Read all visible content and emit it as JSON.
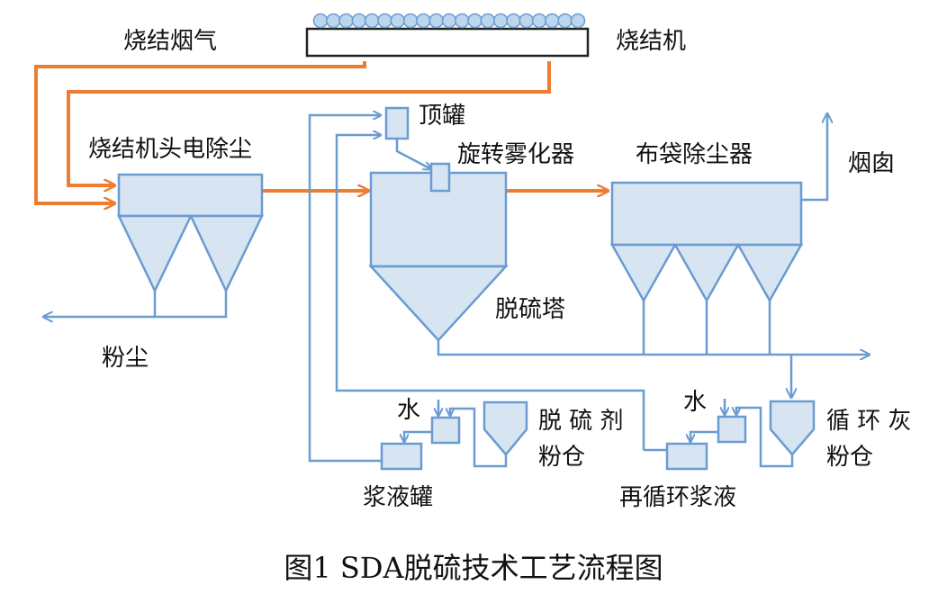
{
  "labels": {
    "sinter_flue_gas": "烧结烟气",
    "sintering_machine": "烧结机",
    "head_esp": "烧结机头电除尘",
    "top_tank": "顶罐",
    "rotary_atomizer": "旋转雾化器",
    "bag_filter": "布袋除尘器",
    "chimney": "烟囱",
    "desulfurization_tower": "脱硫塔",
    "dust": "粉尘",
    "water_1": "水",
    "water_2": "水",
    "sorbent_silo_line1": "脱 硫 剂",
    "sorbent_silo_line2": "粉仓",
    "ash_silo_line1": "循 环 灰",
    "ash_silo_line2": "粉仓",
    "slurry_tank": "浆液罐",
    "recirc_slurry": "再循环浆液"
  },
  "caption": "图1 SDA脱硫技术工艺流程图",
  "colors": {
    "flue_gas_line": "#ee7d31",
    "process_line": "#6a9bd1",
    "equipment_fill": "#d7e4f2"
  }
}
